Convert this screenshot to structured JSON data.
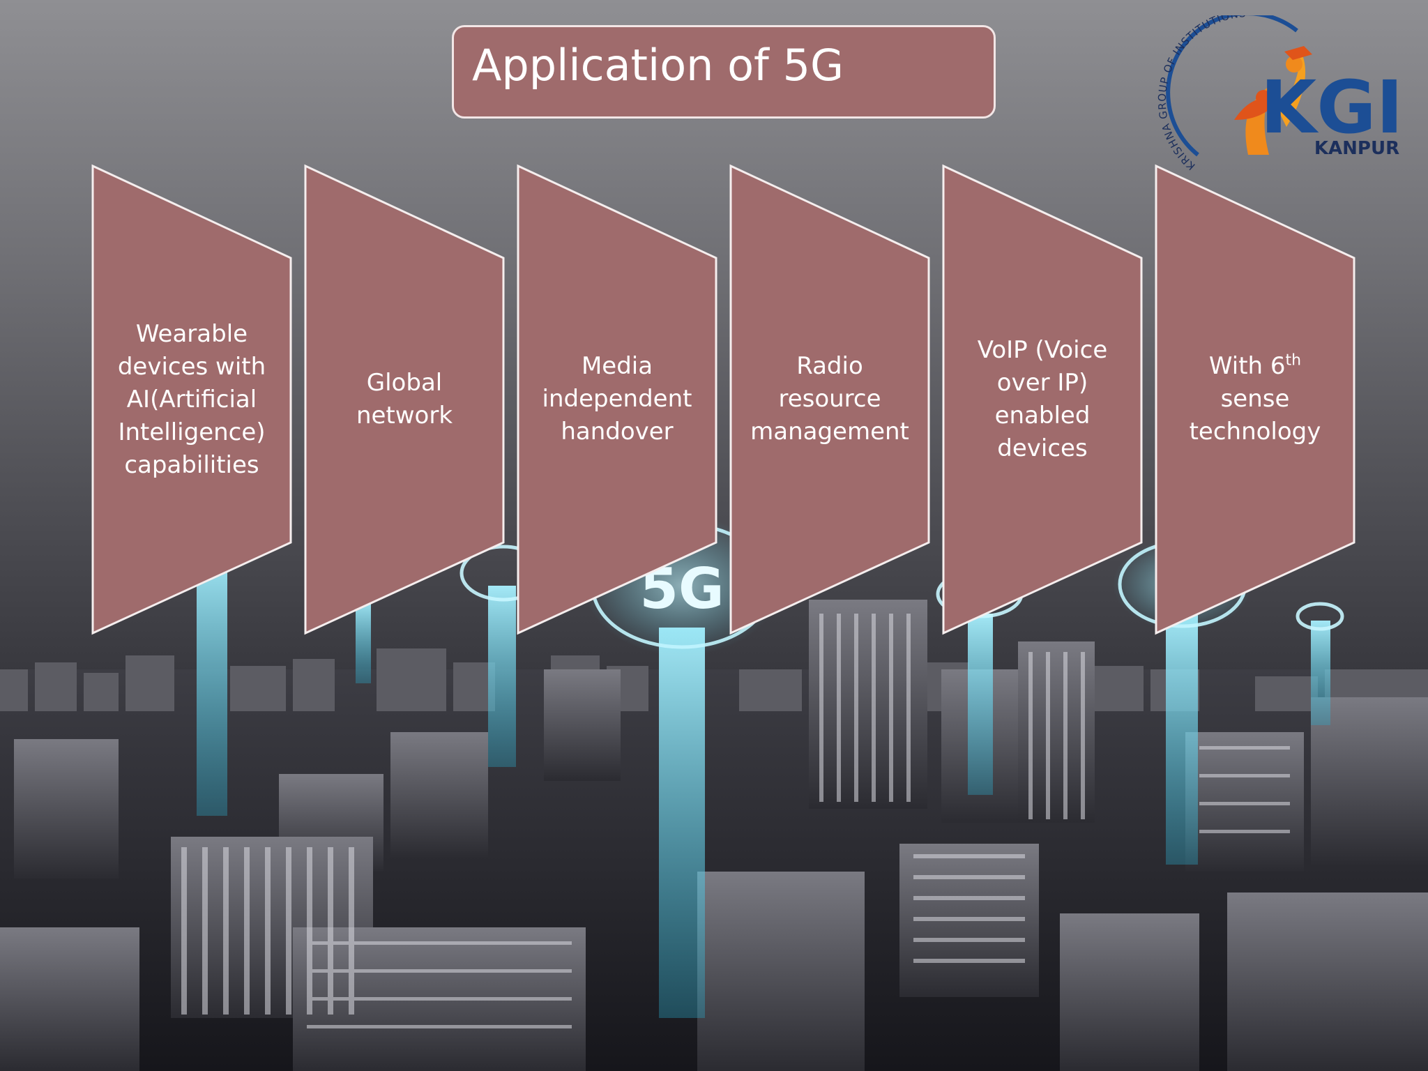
{
  "slide": {
    "title": "Application of 5G",
    "items": [
      {
        "label": "Wearable devices with AI(Artificial Intelligence) capabilities"
      },
      {
        "label": "Global network"
      },
      {
        "label": "Media independent handover"
      },
      {
        "label": "Radio resource management"
      },
      {
        "label": "VoIP (Voice over IP) enabled devices"
      },
      {
        "label_main": "With 6",
        "label_sup": "th",
        "label_rest": " sense technology"
      }
    ],
    "hero_badge": "5G"
  },
  "logo": {
    "ring_text": "KRISHNA GROUP OF INSTITUTIONS",
    "name": "KGI",
    "city": "KANPUR"
  },
  "colors": {
    "chevron_fill": "#9f6b6c",
    "chevron_stroke": "#f5eeee",
    "beam": "#4fd2ec",
    "logo_blue": "#1c4e95",
    "logo_orange": "#f08a1c"
  }
}
